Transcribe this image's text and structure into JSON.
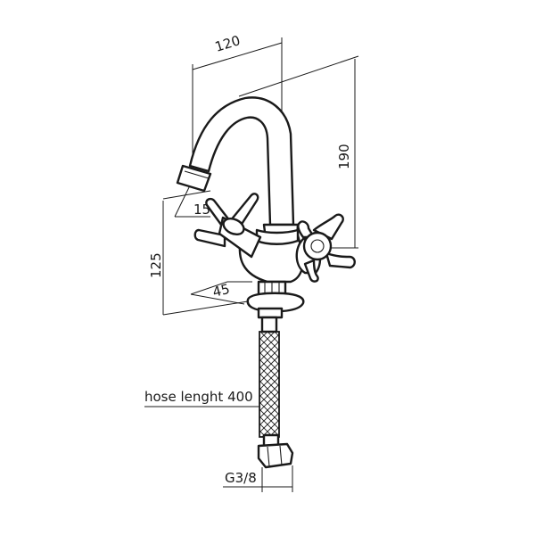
{
  "dimensions": {
    "width_120": "120",
    "height_190": "190",
    "angle_15": "15",
    "height_125": "125",
    "angle_45": "45"
  },
  "hose": {
    "label": "hose lenght 400",
    "thread": "G3/8"
  },
  "colors": {
    "line": "#1a1a1a",
    "background": "#ffffff"
  }
}
